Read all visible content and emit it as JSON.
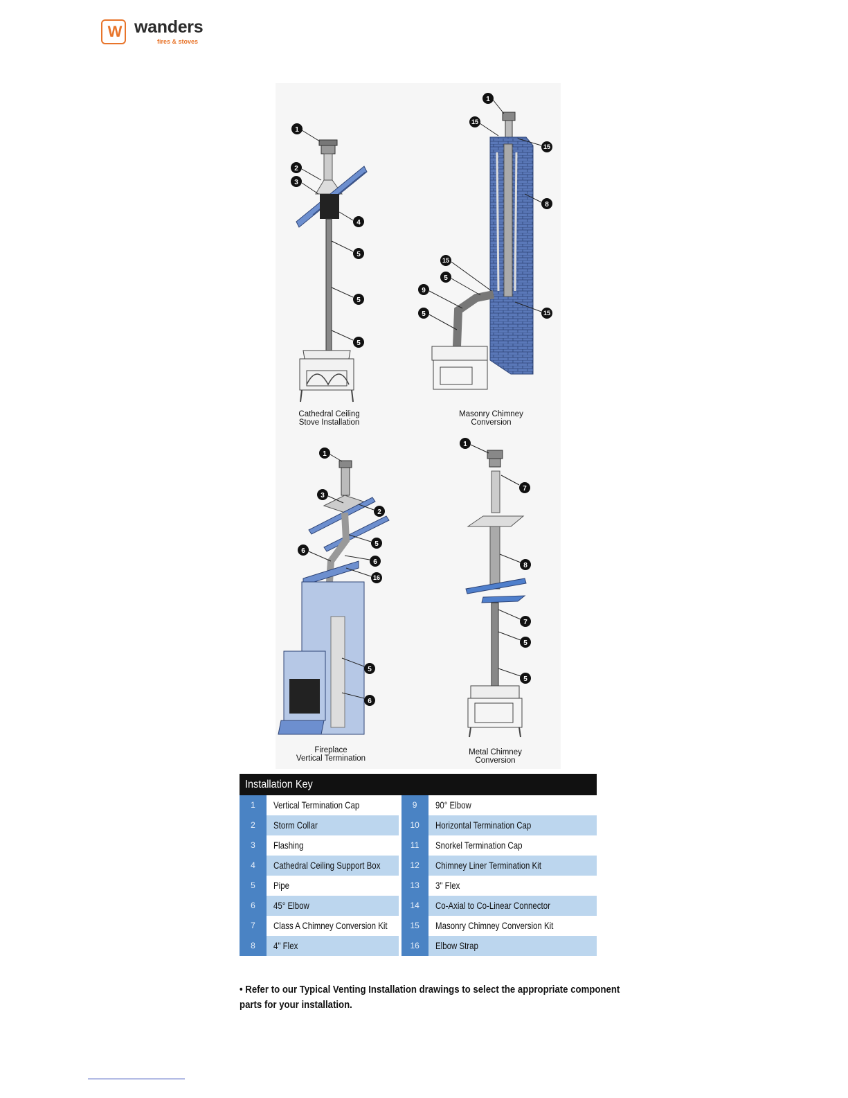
{
  "header": {
    "brand": "wanders",
    "tagline": "fires & stoves",
    "mark": "W"
  },
  "diagrams": [
    {
      "caption_line1": "Cathedral Ceiling",
      "caption_line2": "Stove Installation"
    },
    {
      "caption_line1": "Masonry Chimney",
      "caption_line2": "Conversion"
    },
    {
      "caption_line1": "Fireplace",
      "caption_line2": "Vertical Termination"
    },
    {
      "caption_line1": "Metal Chimney",
      "caption_line2": "Conversion"
    }
  ],
  "callouts": {
    "d1": [
      "1",
      "2",
      "3",
      "4",
      "5",
      "5",
      "5"
    ],
    "d2": [
      "1",
      "15",
      "15",
      "8",
      "15",
      "5",
      "9",
      "5",
      "15"
    ],
    "d3": [
      "1",
      "3",
      "2",
      "5",
      "6",
      "6",
      "16",
      "5",
      "6"
    ],
    "d4": [
      "1",
      "7",
      "8",
      "7",
      "5",
      "5"
    ]
  },
  "key": {
    "title": "Installation Key",
    "rows": [
      {
        "n1": "1",
        "l1": "Vertical Termination Cap",
        "n2": "9",
        "l2": "90° Elbow"
      },
      {
        "n1": "2",
        "l1": "Storm Collar",
        "n2": "10",
        "l2": "Horizontal Termination Cap"
      },
      {
        "n1": "3",
        "l1": "Flashing",
        "n2": "11",
        "l2": "Snorkel Termination Cap"
      },
      {
        "n1": "4",
        "l1": "Cathedral Ceiling Support Box",
        "n2": "12",
        "l2": "Chimney Liner Termination Kit"
      },
      {
        "n1": "5",
        "l1": "Pipe",
        "n2": "13",
        "l2": "3\" Flex"
      },
      {
        "n1": "6",
        "l1": "45° Elbow",
        "n2": "14",
        "l2": "Co-Axial to Co-Linear Connector"
      },
      {
        "n1": "7",
        "l1": "Class A Chimney Conversion Kit",
        "n2": "15",
        "l2": "Masonry Chimney Conversion Kit"
      },
      {
        "n1": "8",
        "l1": "4\" Flex",
        "n2": "16",
        "l2": "Elbow Strap"
      }
    ]
  },
  "note": {
    "line1": "• Refer to our Typical Venting Installation drawings to select the appropriate component",
    "line2": "parts for your installation."
  },
  "colors": {
    "accent": "#e8742a",
    "key_blue": "#4a83c4",
    "key_light": "#bcd6ee",
    "brick": "#5a78b8"
  }
}
